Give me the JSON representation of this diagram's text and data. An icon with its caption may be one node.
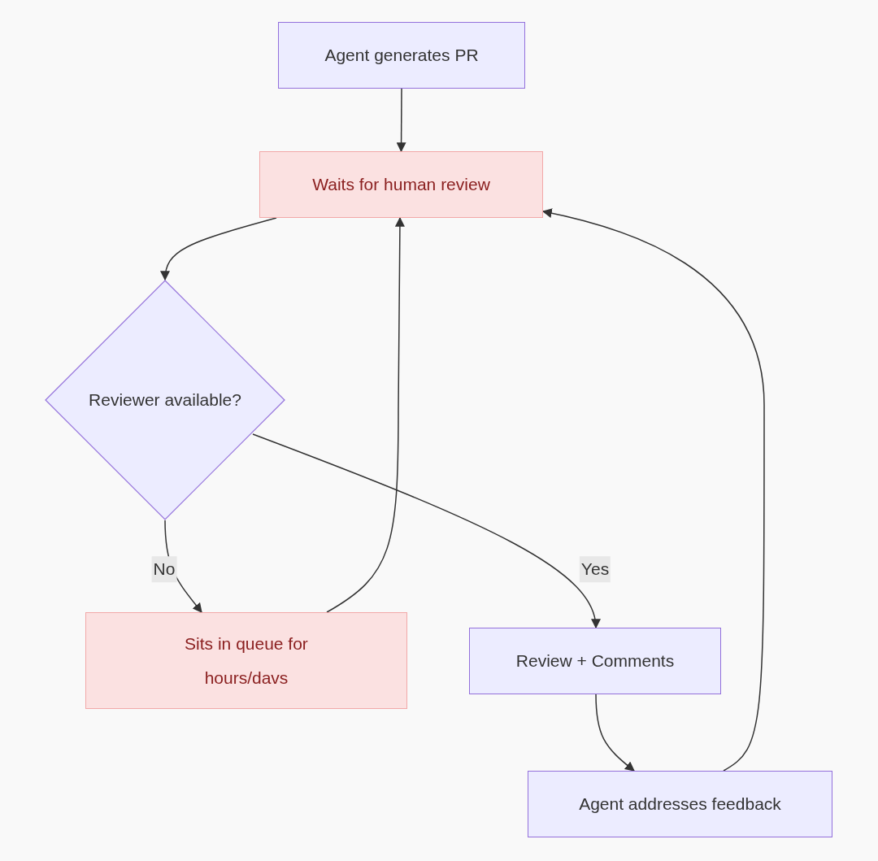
{
  "diagram": {
    "nodes": [
      {
        "text": [
          "Agent generates PR"
        ]
      },
      {
        "text": [
          "Waits for human review"
        ]
      },
      {
        "text": [
          "Reviewer available?"
        ]
      },
      {
        "text": [
          "Sits in queue for hours/davs"
        ]
      },
      {
        "text": [
          "Review + Comments"
        ]
      },
      {
        "text": [
          "Agent addresses feedback"
        ]
      }
    ],
    "edges": [
      {
        "from": 0,
        "to": 1,
        "arrow": "to"
      },
      {
        "from": 1,
        "to": 2,
        "arrow": "to"
      },
      {
        "from": 2,
        "to": 3,
        "arrow": "to",
        "label": "No"
      },
      {
        "from": 2,
        "to": 4,
        "arrow": "to",
        "label": "Yes"
      },
      {
        "from": 3,
        "to": 1,
        "arrow": "to"
      },
      {
        "from": 4,
        "to": 5,
        "arrow": "to"
      },
      {
        "from": 5,
        "to": 1,
        "arrow": "to"
      }
    ]
  }
}
